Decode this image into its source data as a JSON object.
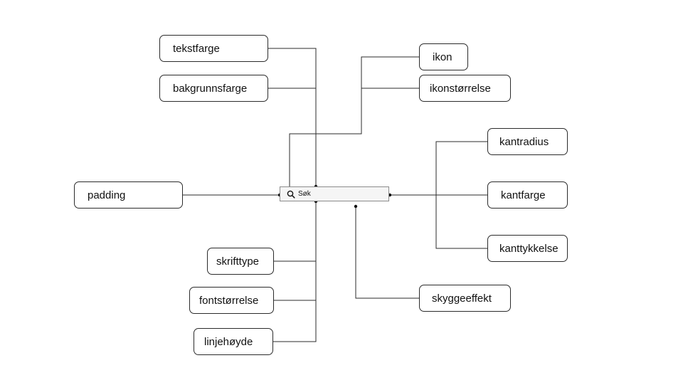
{
  "search_field": {
    "label": "Søk",
    "icon": "search-icon"
  },
  "annotations": {
    "tekstfarge": "tekstfarge",
    "bakgrunnsfarge": "bakgrunnsfarge",
    "ikon": "ikon",
    "ikonstorrelse": "ikonstørrelse",
    "kantradius": "kantradius",
    "kantfarge": "kantfarge",
    "kanttykkelse": "kanttykkelse",
    "padding": "padding",
    "skrifttype": "skrifttype",
    "fontstorrelse": "fontstørrelse",
    "linjehoyde": "linjehøyde",
    "skyggeeffekt": "skyggeeffekt"
  },
  "colors": {
    "line": "#2b2b2b",
    "box_border": "#2b2b2b",
    "field_border": "#8c8c8c",
    "field_background": "#f5f5f5"
  }
}
